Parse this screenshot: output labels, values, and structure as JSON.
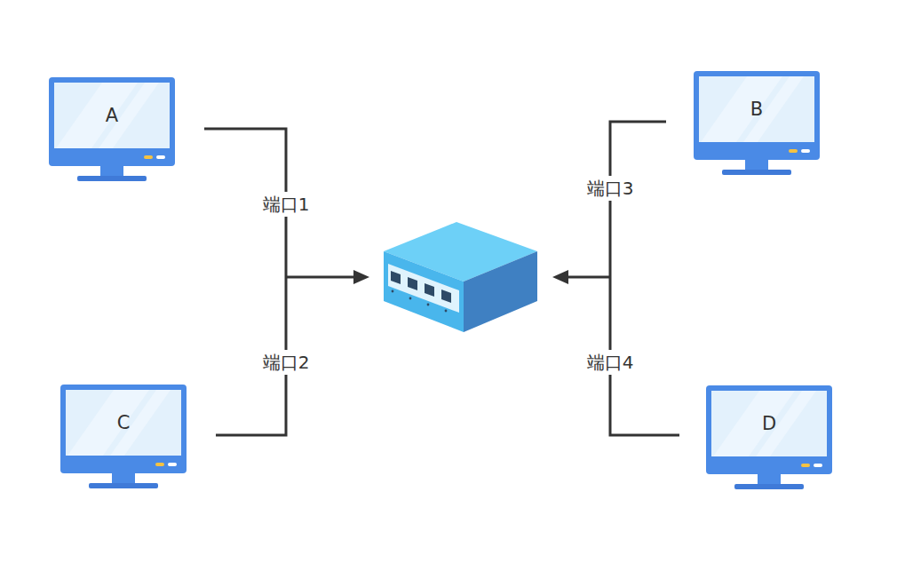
{
  "diagram": {
    "nodes": [
      {
        "text": [
          "A"
        ]
      },
      {
        "text": [
          "B"
        ]
      },
      {
        "text": [
          "C"
        ]
      },
      {
        "text": [
          "D"
        ]
      }
    ],
    "labels": [
      "端口1",
      "端口2",
      "端口3",
      "端口4"
    ]
  }
}
